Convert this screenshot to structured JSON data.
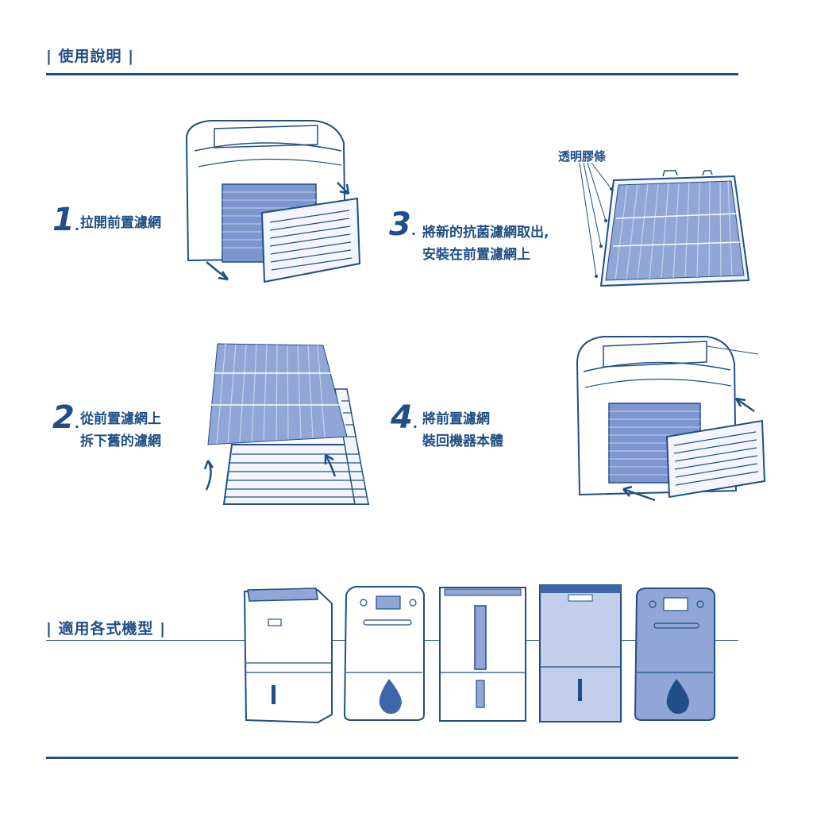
{
  "header": {
    "title": "| 使用說明 |"
  },
  "steps": [
    {
      "number": "1",
      "dot": ".",
      "lines": [
        "拉開前置濾網"
      ]
    },
    {
      "number": "2",
      "dot": ".",
      "lines": [
        "從前置濾網上",
        "拆下舊的濾網"
      ]
    },
    {
      "number": "3",
      "dot": ".",
      "lines": [
        "將新的抗菌濾網取出,",
        "安裝在前置濾網上"
      ]
    },
    {
      "number": "4",
      "dot": ".",
      "lines": [
        "將前置濾網",
        "裝回機器本體"
      ]
    }
  ],
  "tape_label": "透明膠條",
  "models_section": {
    "title": "| 適用各式機型 |"
  },
  "colors": {
    "primary": "#1f4f86",
    "filter_fill": "#8fa6d6",
    "filter_stripe": "#c7d3ee",
    "panel_fill": "#f3f5fb"
  }
}
